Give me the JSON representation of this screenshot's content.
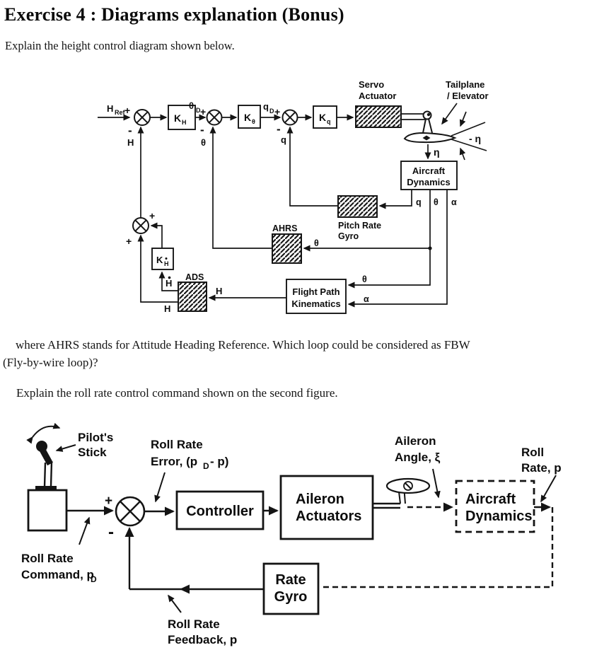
{
  "page": {
    "title": "Exercise 4 : Diagrams explanation (Bonus)",
    "intro": "Explain the height control diagram shown below.",
    "mid1": "where AHRS stands for Attitude Heading Reference. Which loop could be considered as FBW",
    "mid2": "(Fly-by-wire loop)?",
    "second": "Explain the roll rate control command shown on the second figure."
  },
  "d1": {
    "href": "H",
    "href_sub": "Ref",
    "j1_plus": "+",
    "j1_minus": "-",
    "j1_fb": "H",
    "kh": "K",
    "kh_sub": "H",
    "theta_d": "θ",
    "theta_d_sub": "D",
    "j2_plus": "+",
    "j2_minus": "-",
    "j2_fb": "θ",
    "ktheta": "K",
    "ktheta_sub": "θ",
    "q_d": "q",
    "q_d_sub": "D",
    "j3_plus": "+",
    "j3_minus": "-",
    "j3_fb": "q",
    "kq": "K",
    "kq_sub": "q",
    "servo_1": "Servo",
    "servo_2": "Actuator",
    "tailplane_1": "Tailplane",
    "tailplane_2": "/ Elevator",
    "neg_eta": "- η",
    "eta": "η",
    "aircraft_1": "Aircraft",
    "aircraft_2": "Dynamics",
    "out_q": "q",
    "out_theta": "θ",
    "out_alpha": "α",
    "gyro_1": "Pitch Rate",
    "gyro_2": "Gyro",
    "ahrs": "AHRS",
    "ahrs_in": "θ",
    "fpk_1": "Flight Path",
    "fpk_2": "Kinematics",
    "fpk_in_theta": "θ",
    "fpk_in_alpha": "α",
    "ads": "ADS",
    "ads_in": "H",
    "hdot": "H",
    "khdot": "K",
    "khdot_sub": "H",
    "j4_plus_a": "+",
    "j4_plus_b": "+",
    "ads_out": "H"
  },
  "d2": {
    "pilot_1": "Pilot's",
    "pilot_2": "Stick",
    "err_1": "Roll Rate",
    "err_2": "Error, (p",
    "err_sub": "D",
    "err_3": "- p)",
    "j_plus": "+",
    "j_minus": "-",
    "controller": "Controller",
    "actuators_1": "Aileron",
    "actuators_2": "Actuators",
    "angle_1": "Aileron",
    "angle_2": "Angle, ξ",
    "aircraft_1": "Aircraft",
    "aircraft_2": "Dynamics",
    "rate_1": "Roll",
    "rate_2": "Rate, p",
    "gyro_1": "Rate",
    "gyro_2": "Gyro",
    "cmd_1": "Roll Rate",
    "cmd_2": "Command, p",
    "cmd_sub": "D",
    "fb_1": "Roll Rate",
    "fb_2": "Feedback, p"
  },
  "colors": {
    "ink": "#141414",
    "paper": "#ffffff"
  }
}
